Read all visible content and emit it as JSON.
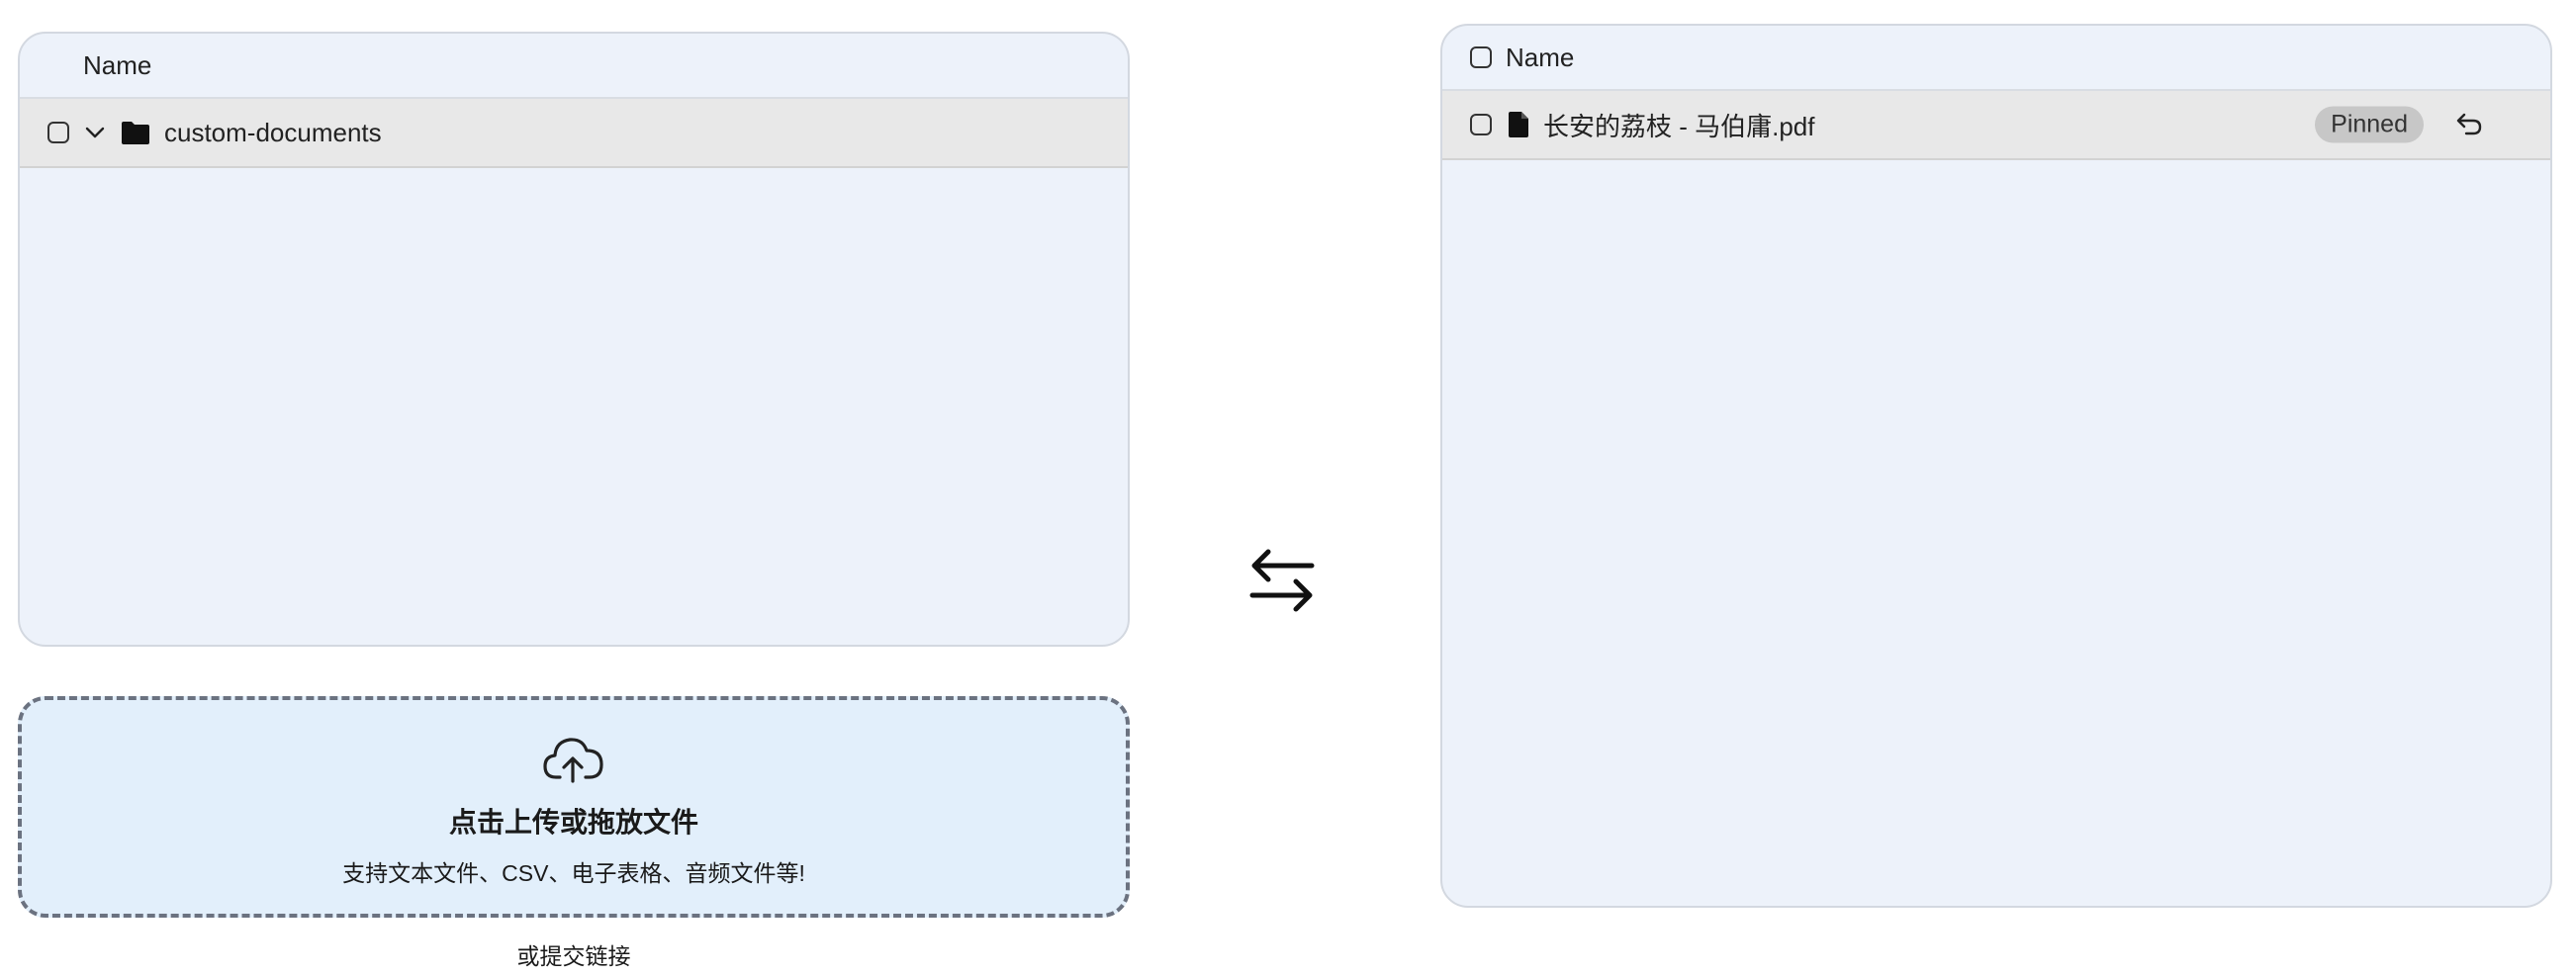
{
  "left_panel": {
    "header": {
      "name_label": "Name"
    },
    "rows": [
      {
        "label": "custom-documents",
        "type": "folder",
        "expanded": true
      }
    ]
  },
  "right_panel": {
    "header": {
      "name_label": "Name"
    },
    "rows": [
      {
        "label": "长安的荔枝 - 马伯庸.pdf",
        "type": "file",
        "badge": "Pinned"
      }
    ]
  },
  "upload": {
    "title": "点击上传或拖放文件",
    "subtitle": "支持文本文件、CSV、电子表格、音频文件等!",
    "submit_link": "或提交链接"
  },
  "icons": {
    "folder": "folder-icon",
    "file": "file-icon",
    "expand": "chevron-down-icon",
    "swap": "swap-arrows-icon",
    "restore": "undo-icon",
    "upload": "cloud-upload-icon"
  },
  "colors": {
    "panel_bg": "#edf2fa",
    "row_bg": "#e8e8e8",
    "upload_bg": "#e2effb",
    "badge_bg": "#c7c7c7"
  }
}
